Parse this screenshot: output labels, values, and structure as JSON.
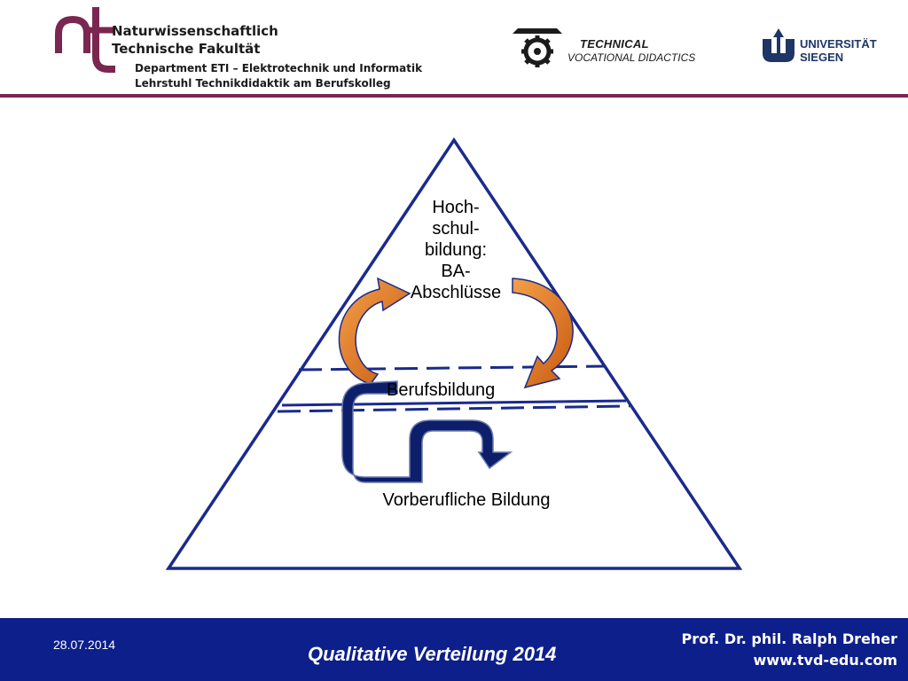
{
  "header": {
    "faculty_line1": "Naturwissenschaftlich",
    "faculty_line2": "Technische Fakultät",
    "department_line1": "Department ETI – Elektrotechnik und Informatik",
    "department_line2": "Lehrstuhl Technikdidaktik am Berufskolleg",
    "tvd_line1": "TECHNICAL",
    "tvd_line2": "VOCATIONAL DIDACTICS",
    "university_line1": "UNIVERSITÄT",
    "university_line2": "SIEGEN",
    "logo_text": "nt"
  },
  "diagram": {
    "top_level": [
      "Hoch-",
      "schul-",
      "bildung:",
      "BA-",
      "Abschlüsse"
    ],
    "middle_level": "Berufsbildung",
    "bottom_level": "Vorberufliche Bildung"
  },
  "footer": {
    "date": "28.07.2014",
    "title": "Qualitative Verteilung 2014",
    "author": "Prof. Dr. phil. Ralph Dreher",
    "website": "www.tvd-edu.com"
  },
  "colors": {
    "brand_maroon": "#7a2650",
    "navy": "#0d1f8a",
    "pyramid_stroke": "#1a2a8c",
    "arrow_orange": "#e0701a"
  },
  "icons": [
    "nt-logo",
    "gear-icon",
    "university-u-icon"
  ]
}
